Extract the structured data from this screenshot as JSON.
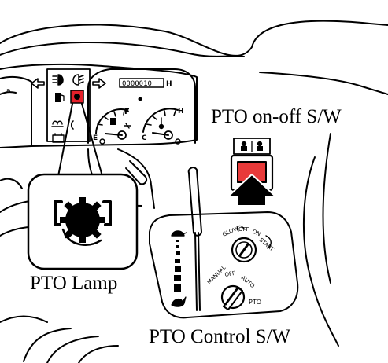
{
  "labels": {
    "pto_on_off_switch": "PTO on-off S/W",
    "pto_lamp": "PTO Lamp",
    "pto_control_switch": "PTO Control S/W"
  },
  "hour_meter": {
    "digits": "0000010",
    "unit": "H"
  },
  "gauges": {
    "fuel_full": "F",
    "fuel_empty": "E",
    "temp_hot": "H",
    "temp_cold": "C"
  },
  "key_switch": {
    "positions": [
      "GLOW",
      "OFF",
      "ON",
      "START"
    ]
  },
  "pto_mode_switch": {
    "positions": [
      "MANUAL",
      "OFF",
      "AUTO"
    ],
    "caption": "PTO"
  },
  "colors": {
    "outline": "#000000",
    "background": "#ffffff",
    "pto_switch_red": "#e83a3a",
    "pto_lamp_red": "#e5202a"
  },
  "icons": [
    "left-turn-arrow-icon",
    "right-turn-arrow-icon",
    "high-beam-icon",
    "low-beam-icon",
    "fuel-pump-icon",
    "pto-lamp-icon",
    "glow-plug-icon",
    "battery-icon",
    "thermometer-icon",
    "turtle-icon",
    "rabbit-icon",
    "arrow-up-icon",
    "key-icon"
  ]
}
